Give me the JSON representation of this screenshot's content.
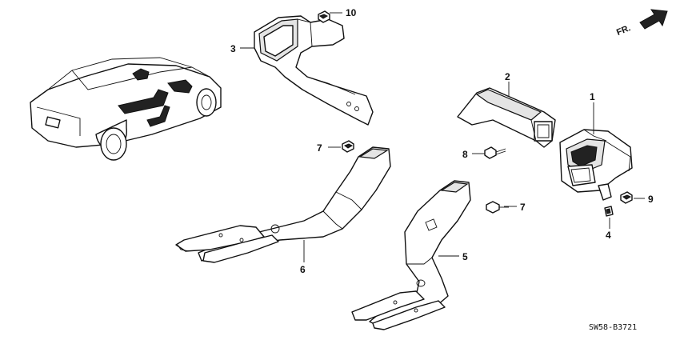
{
  "callouts": {
    "p1": "1",
    "p2": "2",
    "p3": "3",
    "p4": "4",
    "p5": "5",
    "p6a": "6",
    "p7a": "7",
    "p7b": "7",
    "p8": "8",
    "p9": "9",
    "p10": "10"
  },
  "direction_label": "FR.",
  "diagram_code": "SW58-B3721"
}
